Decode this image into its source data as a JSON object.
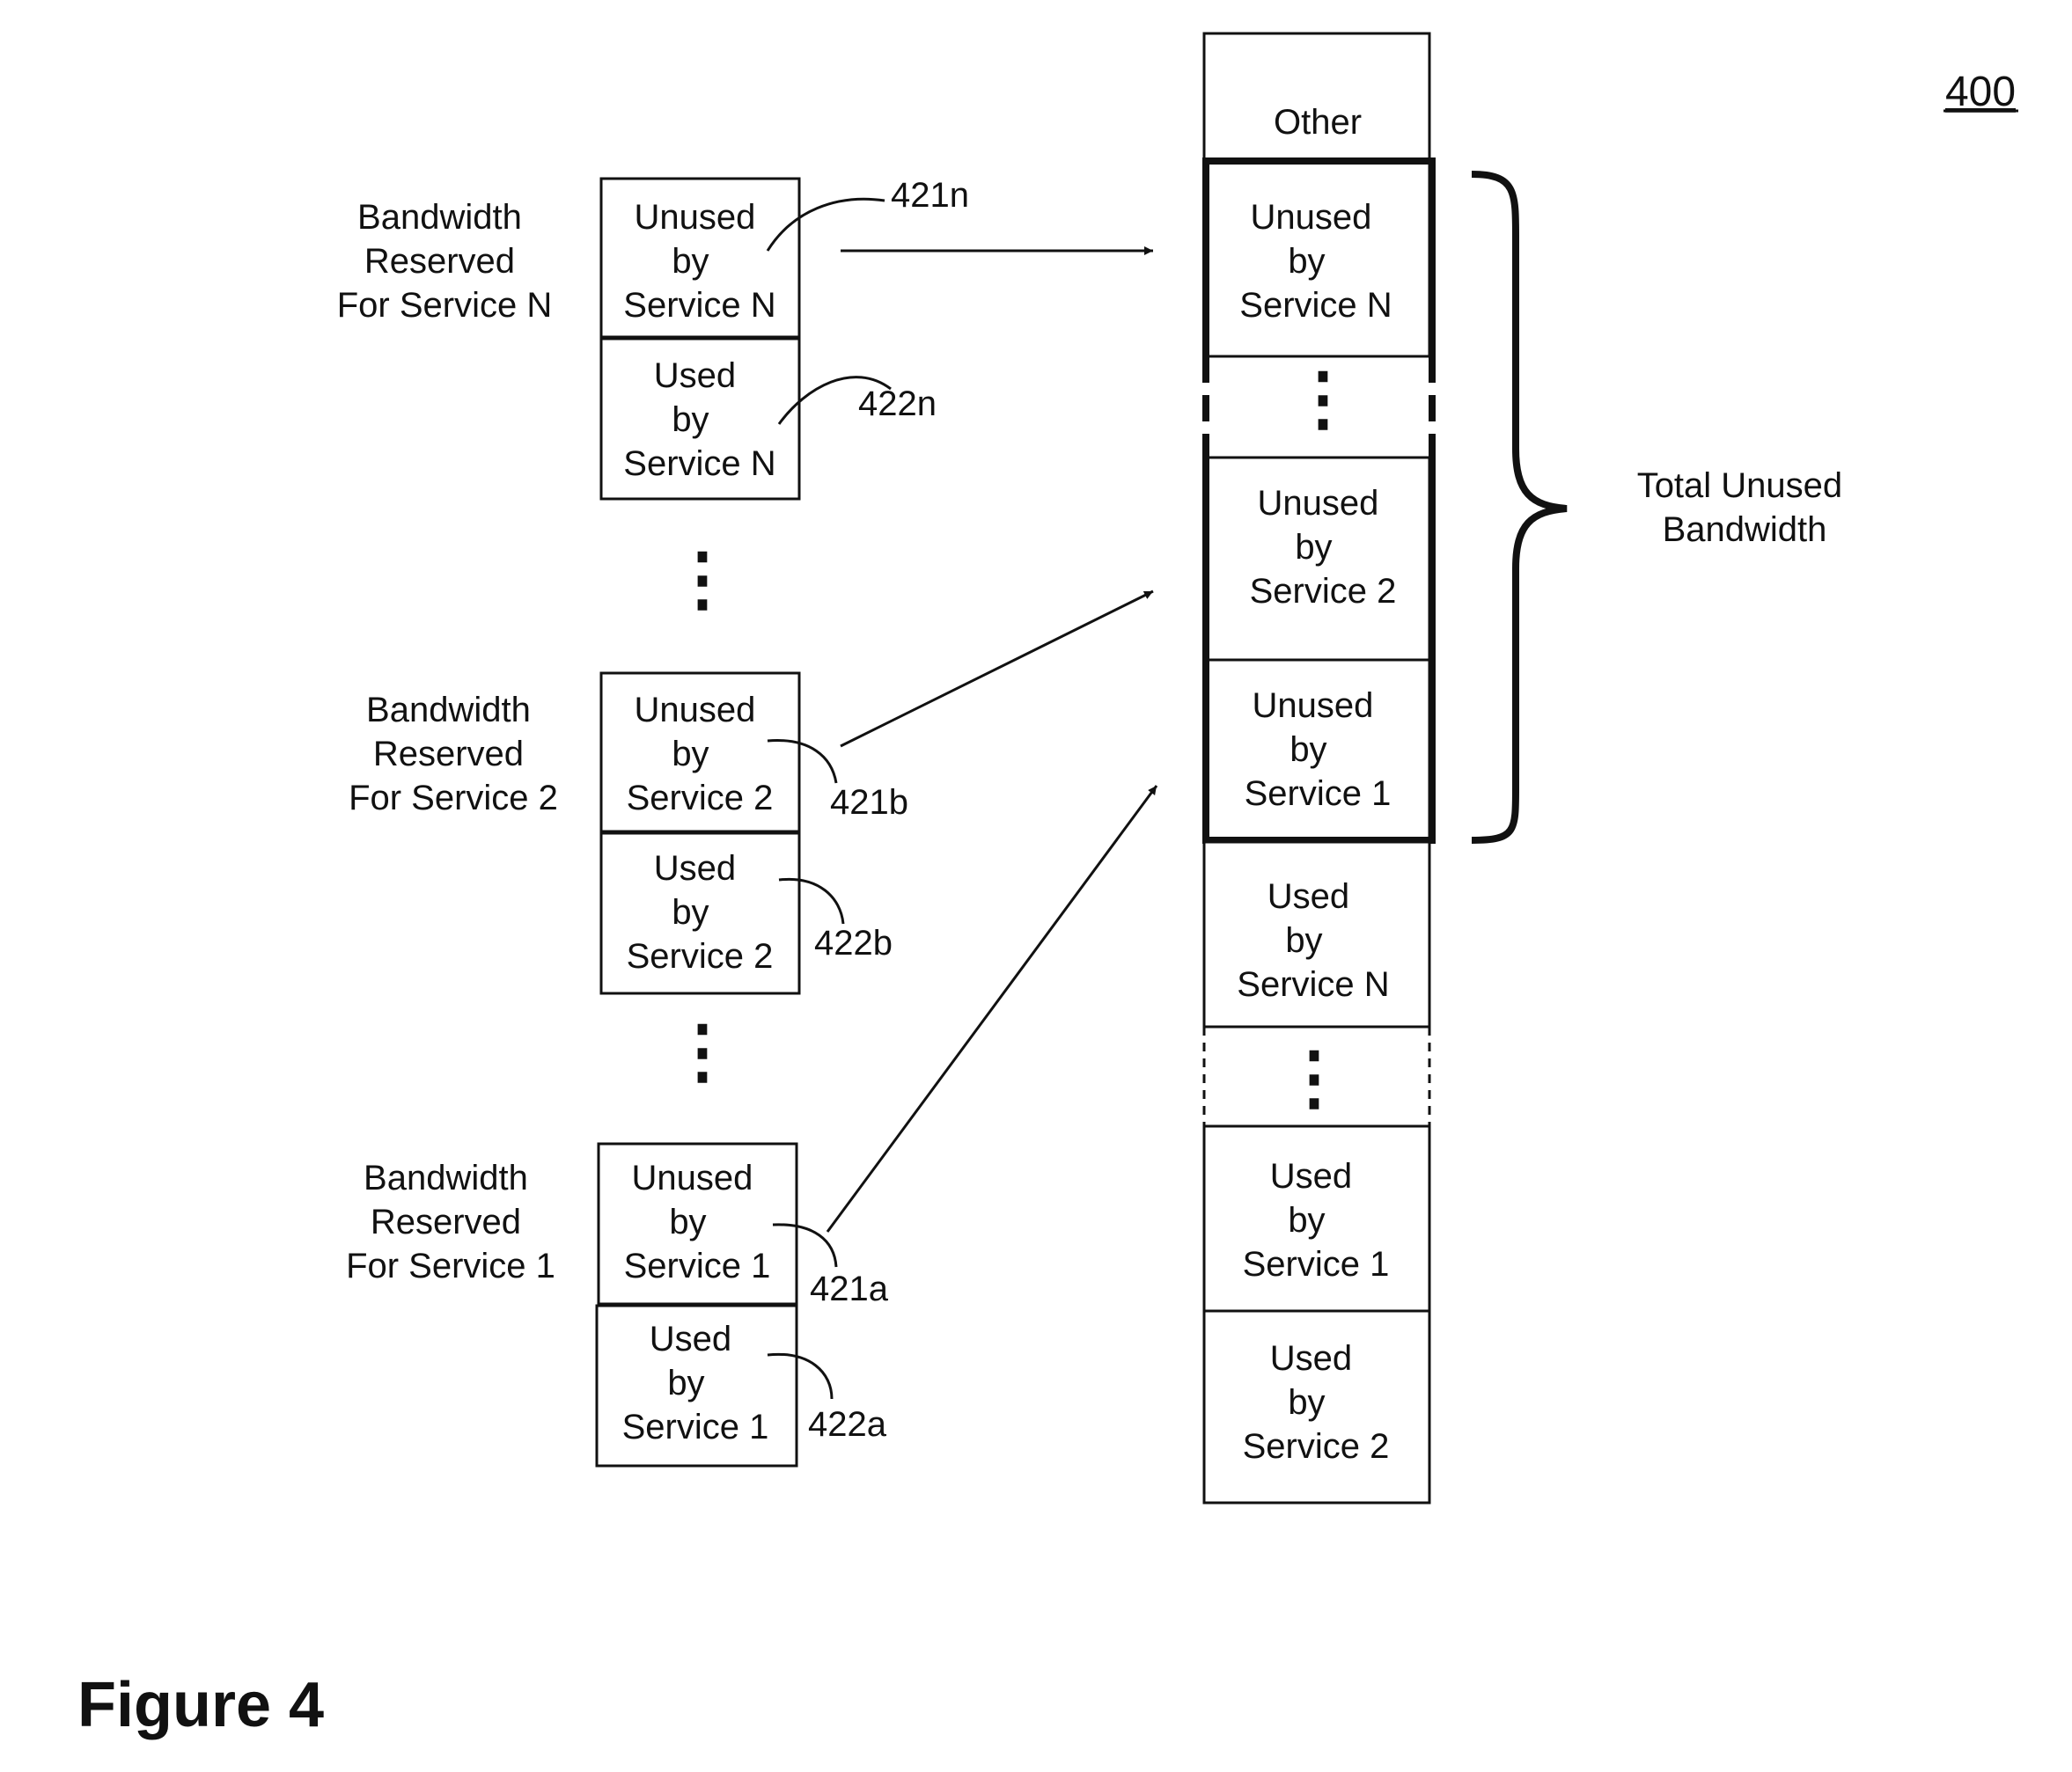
{
  "figure_ref": "400",
  "figure_title": "Figure 4",
  "left_column": {
    "service_n": {
      "label": [
        "Bandwidth",
        "Reserved",
        "For Service N"
      ],
      "unused": [
        "Unused",
        "by",
        "Service N"
      ],
      "used": [
        "Used",
        "by",
        "Service N"
      ],
      "unused_ref": "421n",
      "used_ref": "422n"
    },
    "service_2": {
      "label": [
        "Bandwidth",
        "Reserved",
        "For Service 2"
      ],
      "unused": [
        "Unused",
        "by",
        "Service 2"
      ],
      "used": [
        "Used",
        "by",
        "Service 2"
      ],
      "unused_ref": "421b",
      "used_ref": "422b"
    },
    "service_1": {
      "label": [
        "Bandwidth",
        "Reserved",
        "For Service 1"
      ],
      "unused": [
        "Unused",
        "by",
        "Service 1"
      ],
      "used": [
        "Used",
        "by",
        "Service 1"
      ],
      "unused_ref": "421a",
      "used_ref": "422a"
    },
    "ellipsis": "⋮"
  },
  "right_column": {
    "other": "Other",
    "unused_n": [
      "Unused",
      "by",
      "Service N"
    ],
    "unused_2": [
      "Unused",
      "by",
      "Service 2"
    ],
    "unused_1": [
      "Unused",
      "by",
      "Service 1"
    ],
    "used_n": [
      "Used",
      "by",
      "Service N"
    ],
    "used_1": [
      "Used",
      "by",
      "Service 1"
    ],
    "used_2": [
      "Used",
      "by",
      "Service 2"
    ],
    "ellipsis": "⋮"
  },
  "brace_label": [
    "Total Unused",
    "Bandwidth"
  ]
}
